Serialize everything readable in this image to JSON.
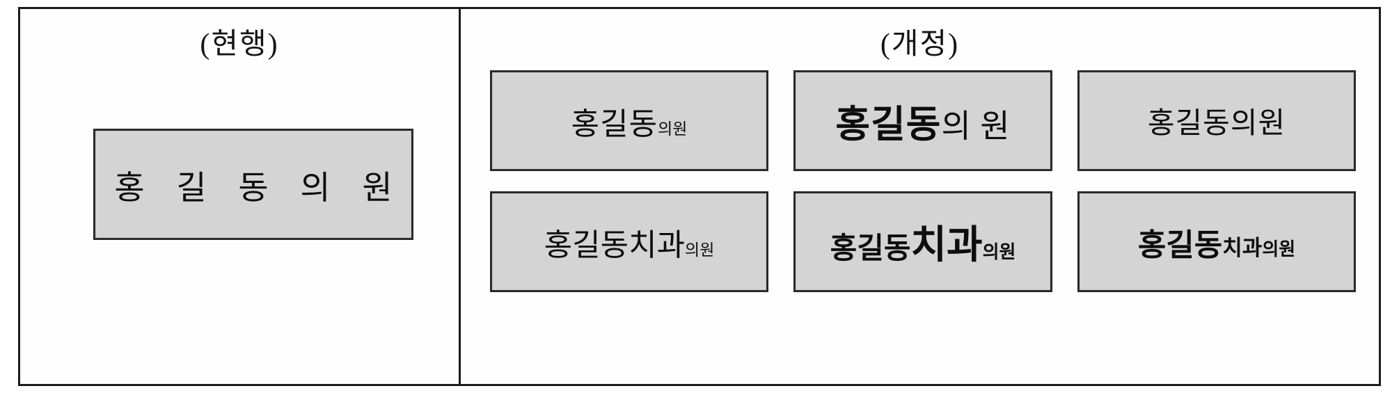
{
  "figure": {
    "columns": {
      "left": {
        "header": "(현행)",
        "plate": {
          "name": "홍 길 동 의 원"
        }
      },
      "right": {
        "header": "(개정)",
        "plates": [
          {
            "id": "r1c1",
            "row": 1,
            "column": 1,
            "segments": {
              "big": "홍길동",
              "small": "의원"
            },
            "full_text": "홍길동의원"
          },
          {
            "id": "r1c2",
            "row": 1,
            "column": 2,
            "segments": {
              "big": "홍길동",
              "small": "의 원"
            },
            "full_text": "홍길동의 원"
          },
          {
            "id": "r1c3",
            "row": 1,
            "column": 3,
            "segments": {
              "big": "홍길동",
              "small": "의원"
            },
            "full_text": "홍길동의원"
          },
          {
            "id": "r2c1",
            "row": 2,
            "column": 1,
            "segments": {
              "big": "홍길동",
              "mid": "치과",
              "small": "의원"
            },
            "full_text": "홍길동치과의원"
          },
          {
            "id": "r2c2",
            "row": 2,
            "column": 2,
            "segments": {
              "big": "홍길동",
              "mid": "치과",
              "small": "의원"
            },
            "full_text": "홍길동치과의원"
          },
          {
            "id": "r2c3",
            "row": 2,
            "column": 3,
            "segments": {
              "big": "홍길동",
              "mid": "치과",
              "small": "의원"
            },
            "full_text": "홍길동치과의원"
          }
        ]
      }
    }
  },
  "colors": {
    "plate_fill": "#d4d4d4",
    "plate_border": "#2a2a2a",
    "frame_border": "#1b1b1b",
    "text": "#0d0d0d",
    "page_background": "#ffffff"
  }
}
